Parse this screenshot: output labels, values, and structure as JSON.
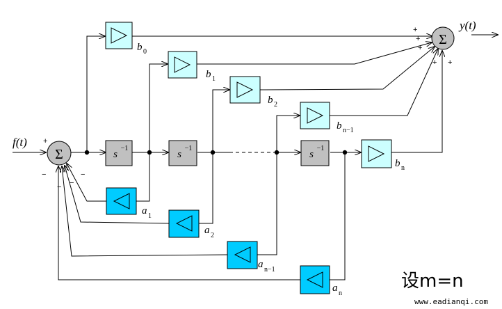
{
  "diagram": {
    "input_label": "f(t)",
    "output_label": "y(t)",
    "integrator_label": "s",
    "integrator_exp": "−1",
    "sum_label": "Σ",
    "feedforward": [
      {
        "base": "b",
        "sub": "0"
      },
      {
        "base": "b",
        "sub": "1"
      },
      {
        "base": "b",
        "sub": "2"
      },
      {
        "base": "b",
        "sub": "n−1"
      },
      {
        "base": "b",
        "sub": "n"
      }
    ],
    "feedback": [
      {
        "base": "a",
        "sub": "1"
      },
      {
        "base": "a",
        "sub": "2"
      },
      {
        "base": "a",
        "sub": "n−1"
      },
      {
        "base": "a",
        "sub": "n"
      }
    ],
    "signs": {
      "plus": "+",
      "minus": "−"
    },
    "note": "设m=n",
    "watermark": "www.eadianqi.com",
    "colors": {
      "feedforward_fill": "#ccffff",
      "feedback_fill": "#00ccff",
      "integrator_fill": "#c0c0c0",
      "sum_fill": "#c0c0c0",
      "line": "#000000"
    }
  }
}
